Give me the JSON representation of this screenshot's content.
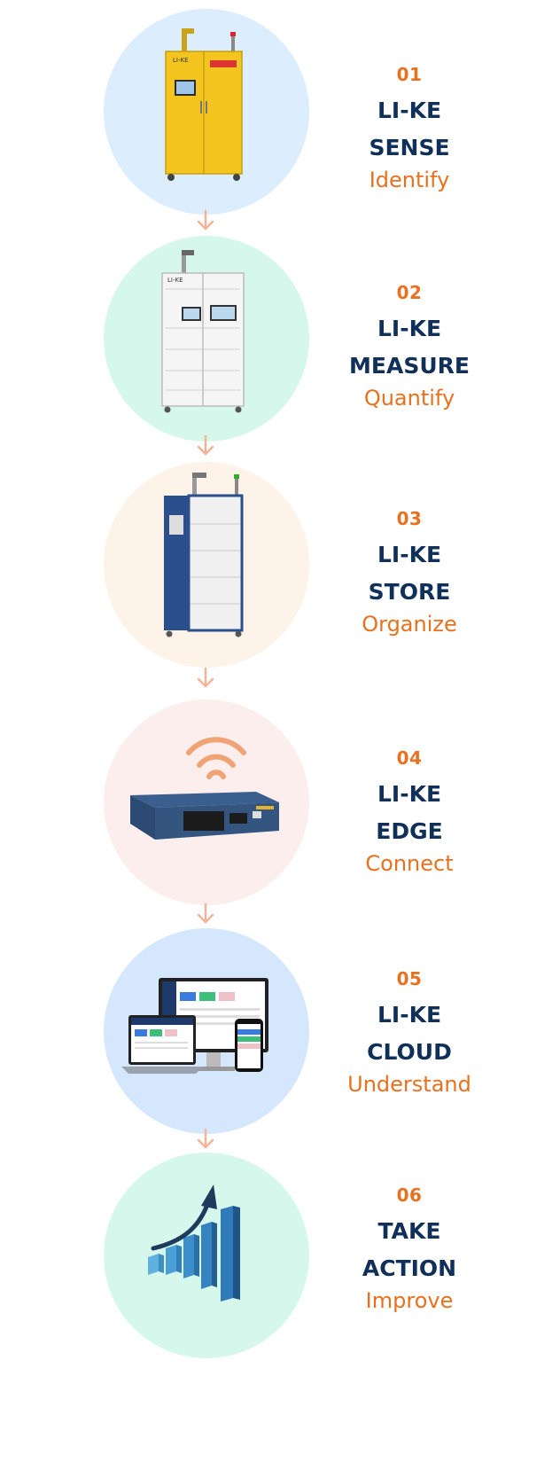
{
  "colors": {
    "accent": "#e8711f",
    "title": "#10305a",
    "arrow": "#f2b39a",
    "circle_backgrounds": [
      "#dcedfd",
      "#d6f8ec",
      "#fdf3e8",
      "#fbeeec",
      "#d5e7fd",
      "#d6f8ec"
    ]
  },
  "steps": [
    {
      "number": "01",
      "title_line1": "LI-KE",
      "title_line2": "SENSE",
      "subtitle": "Identify",
      "image_icon": "yellow-chemical-cabinet-icon"
    },
    {
      "number": "02",
      "title_line1": "LI-KE",
      "title_line2": "MEASURE",
      "subtitle": "Quantify",
      "image_icon": "white-smart-cabinet-icon"
    },
    {
      "number": "03",
      "title_line1": "LI-KE",
      "title_line2": "STORE",
      "subtitle": "Organize",
      "image_icon": "blue-storage-cabinet-icon"
    },
    {
      "number": "04",
      "title_line1": "LI-KE",
      "title_line2": "EDGE",
      "subtitle": "Connect",
      "image_icon": "network-switch-icon"
    },
    {
      "number": "05",
      "title_line1": "LI-KE",
      "title_line2": "CLOUD",
      "subtitle": "Understand",
      "image_icon": "cloud-dashboard-devices-icon"
    },
    {
      "number": "06",
      "title_line1": "TAKE",
      "title_line2": "ACTION",
      "subtitle": "Improve",
      "image_icon": "growth-bar-chart-icon"
    }
  ]
}
